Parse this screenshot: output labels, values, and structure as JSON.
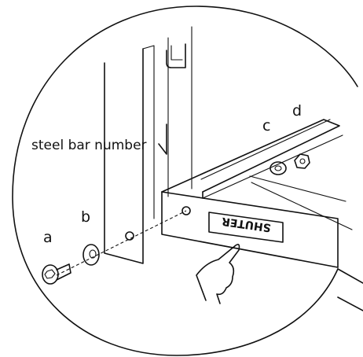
{
  "labels": {
    "steel_bar_number": "steel bar number",
    "a": "a",
    "b": "b",
    "c": "c",
    "d": "d"
  },
  "logo_text": "SHUTER"
}
